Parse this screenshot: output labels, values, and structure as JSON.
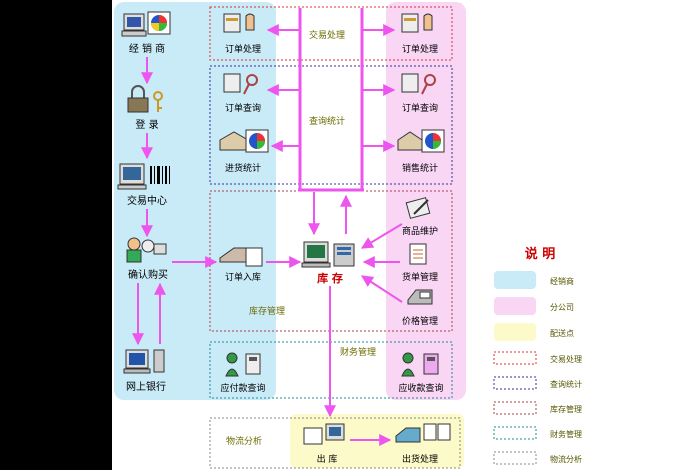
{
  "colors": {
    "distributor": "#c9eaf7",
    "branch": "#f8d6f4",
    "delivery": "#fbfac8",
    "arrow": "#ee55ee",
    "title_red": "#cc0000",
    "section_olive": "#6b6b00",
    "label_olive": "#555500"
  },
  "left_column": {
    "items": [
      "经 销 商",
      "登 录",
      "交易中心",
      "确认购买",
      "网上银行"
    ]
  },
  "sections": {
    "transaction": {
      "title": "交易处理",
      "left_label": "订单处理",
      "right_label": "订单处理"
    },
    "query": {
      "title": "查询统计",
      "left_labels": [
        "订单查询",
        "进货统计"
      ],
      "right_labels": [
        "订单查询",
        "销售统计"
      ]
    },
    "inventory": {
      "title": "库存管理",
      "left_label": "订单入库",
      "center_label": "库 存",
      "right_labels": [
        "商品维护",
        "货单管理",
        "价格管理"
      ]
    },
    "finance": {
      "title": "财务管理",
      "left_label": "应付款查询",
      "right_label": "应收款查询"
    },
    "logistics": {
      "title": "物流分析",
      "out_label": "出 库",
      "ship_label": "出货处理"
    }
  },
  "legend": {
    "title": "说 明",
    "items": [
      "经销商",
      "分公司",
      "配送点",
      "交易处理",
      "查询统计",
      "库存管理",
      "财务管理",
      "物流分析"
    ]
  }
}
